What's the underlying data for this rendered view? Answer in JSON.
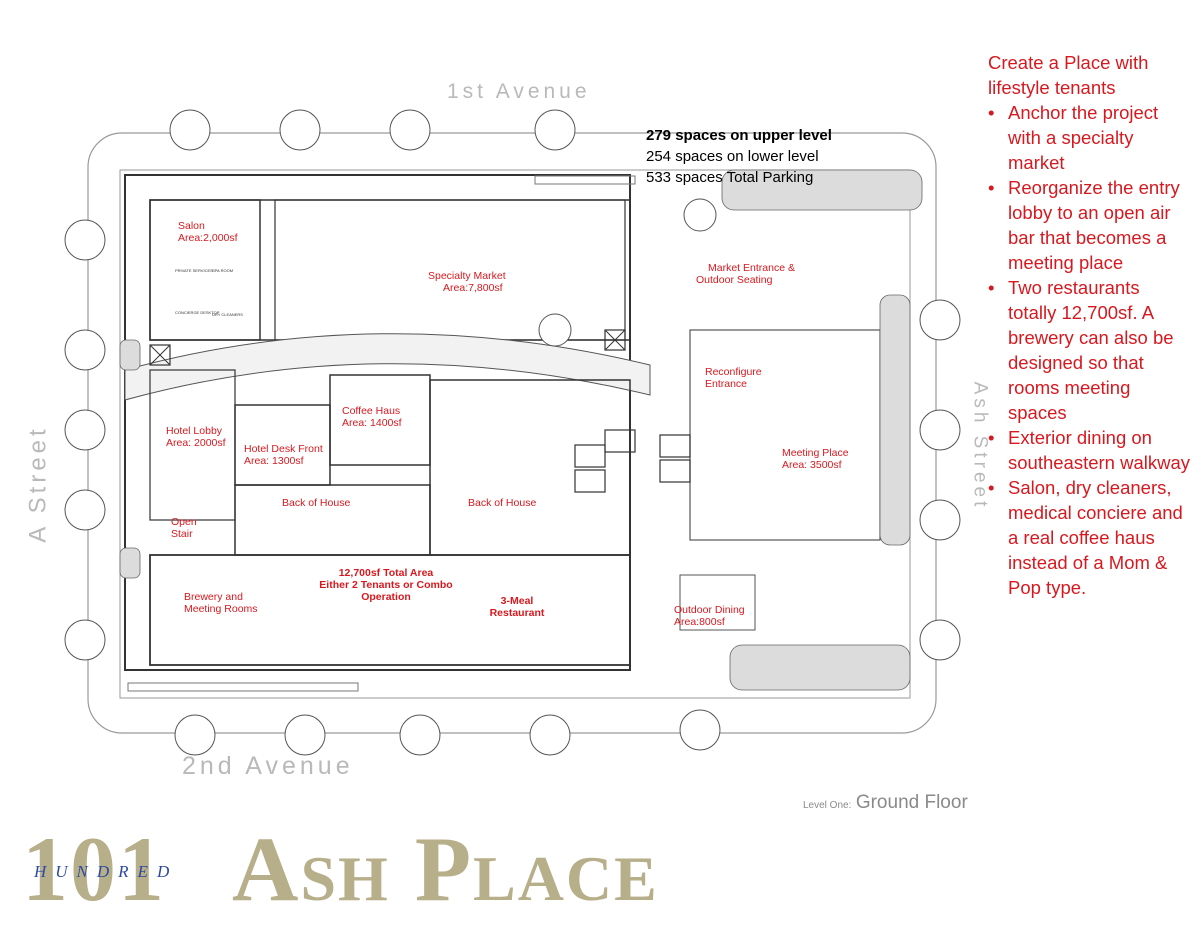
{
  "streets": {
    "north": "1st Avenue",
    "south": "2nd Avenue",
    "west": "A Street",
    "east": "Ash Street"
  },
  "parking": {
    "upper": "279 spaces on upper level",
    "lower": "254 spaces on lower level",
    "total": "533 spaces Total Parking"
  },
  "rooms": {
    "salon_name": "Salon",
    "salon_area": "Area:2,000sf",
    "specialty_name": "Specialty Market",
    "specialty_area": "Area:7,800sf",
    "market_entrance_1": "Market Entrance &",
    "market_entrance_2": "Outdoor Seating",
    "reconfigure_1": "Reconfigure",
    "reconfigure_2": "Entrance",
    "coffee_name": "Coffee Haus",
    "coffee_area": "Area: 1400sf",
    "hotel_lobby_name": "Hotel Lobby",
    "hotel_lobby_area": "Area: 2000sf",
    "hotel_desk_name": "Hotel Desk Front",
    "hotel_desk_area": "Area: 1300sf",
    "meeting_place_name": "Meeting Place",
    "meeting_place_area": "Area: 3500sf",
    "back_of_house_1": "Back of House",
    "back_of_house_2": "Back of House",
    "open_stair_1": "Open",
    "open_stair_2": "Stair",
    "total_area_1": "12,700sf Total Area",
    "total_area_2": "Either 2 Tenants or Combo",
    "total_area_3": "Operation",
    "brewery_1": "Brewery and",
    "brewery_2": "Meeting Rooms",
    "three_meal_1": "3-Meal",
    "three_meal_2": "Restaurant",
    "outdoor_dining_name": "Outdoor Dining",
    "outdoor_dining_area": "Area:800sf",
    "small_1": "PRIVATE SERVICES",
    "small_2": "SPA ROOM",
    "small_3": "CONCIERGE DESKTOP",
    "small_4": "DRY CLEANERS"
  },
  "notes": {
    "intro": "Create a Place with lifestyle tenants",
    "bullets": [
      "Anchor the project with a specialty market",
      "Reorganize the entry lobby to an open air bar that becomes a meeting place",
      "Two restaurants totally 12,700sf. A brewery can also be designed so that rooms meeting spaces",
      "Exterior dining on southeastern walkway",
      "Salon, dry cleaners, medical conciere and a real coffee haus instead of a Mom & Pop type."
    ]
  },
  "level": {
    "label": "Level One:",
    "name": "Ground Floor"
  },
  "logo": {
    "number": "101",
    "hundred": "HUNDRED",
    "name": "Ash Place"
  },
  "colors": {
    "label_red": "#d7191f",
    "street_gray": "#b9b9b9",
    "logo_gold": "#b7ae8a",
    "logo_blue": "#2d4aa0",
    "plan_line": "#333333"
  }
}
